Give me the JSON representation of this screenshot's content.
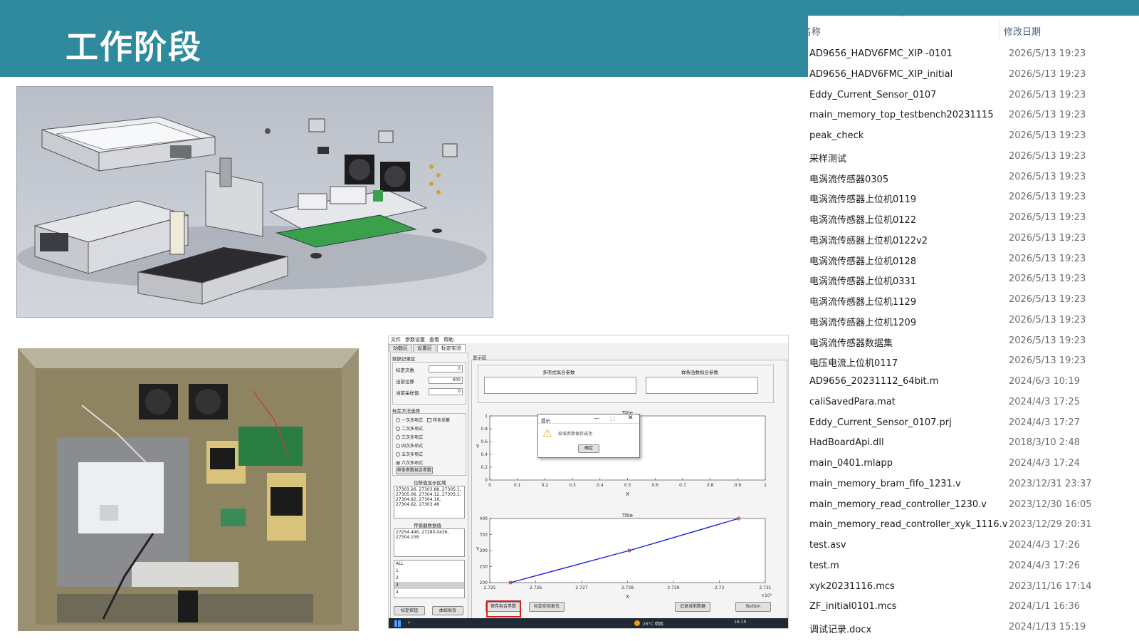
{
  "slide": {
    "title": "工作阶段",
    "banner_color": "#2e8a9c"
  },
  "cad_view": {
    "description_icon": "exploded-cad-assembly"
  },
  "photo_view": {
    "description_icon": "hardware-enclosure-photo"
  },
  "app": {
    "menu": [
      "文件",
      "参数设置",
      "查看",
      "帮助"
    ],
    "tabs": [
      "功能区",
      "设置区",
      "标定实验"
    ],
    "active_tab": "标定实验",
    "data_record": {
      "title": "数据记录区",
      "fields": [
        {
          "label": "标定次数",
          "value": "0"
        },
        {
          "label": "当前位移",
          "value": "400"
        },
        {
          "label": "当前采样值",
          "value": "0"
        }
      ]
    },
    "method": {
      "title": "标定方法选择",
      "options": [
        "一次多项式",
        "二次多项式",
        "三次多项式",
        "四次多项式",
        "五次多项式",
        "六次多项式"
      ],
      "selected": "六次多项式",
      "checkbox_label": "样条采集",
      "fit_button": "样条参数拟合参数"
    },
    "displacement": {
      "title": "位移值显示区域",
      "text": "27303.26, 27303.88, 27305.1, 27305.06, 27304.12, 27303.1, 27304.82, 27304.16, 27304.62, 27303.46"
    },
    "sensor": {
      "title": "传感器数据值",
      "text": "27254.496, 27280.0436, 27304.158"
    },
    "list": {
      "items": [
        "ALL",
        "1",
        "2",
        "3",
        "4"
      ],
      "selected": "3"
    },
    "left_buttons": [
      "标定按钮",
      "曲线拟合"
    ],
    "display": {
      "title": "显示区",
      "poly_label": "多项式拟合参数",
      "spline_label": "样条函数拟合参数"
    },
    "dialog": {
      "title": "提示",
      "message": "校准参数保存成功",
      "ok": "确定"
    },
    "bottom_buttons": [
      "保存拟合参数",
      "标定实验复位",
      "记录当前数据",
      "Button"
    ],
    "status": {
      "weather": "26°C 晴朗",
      "time": "16:19"
    }
  },
  "chart_data": [
    {
      "type": "line",
      "title": "Title",
      "xlabel": "X",
      "ylabel": "Y",
      "xlim": [
        0,
        1
      ],
      "ylim": [
        0,
        1
      ],
      "xticks": [
        "0",
        "0.1",
        "0.2",
        "0.3",
        "0.4",
        "0.5",
        "0.6",
        "0.7",
        "0.8",
        "0.9",
        "1"
      ],
      "yticks": [
        "0",
        "0.2",
        "0.4",
        "0.6",
        "0.8",
        "1"
      ],
      "series": []
    },
    {
      "type": "line",
      "title": "Title",
      "xlabel": "X",
      "ylabel": "Y",
      "xlim": [
        2.725,
        2.731
      ],
      "ylim": [
        200,
        400
      ],
      "x_multiplier": "×10⁴",
      "xticks": [
        "2.725",
        "2.726",
        "2.727",
        "2.728",
        "2.729",
        "2.73",
        "2.731"
      ],
      "yticks": [
        "200",
        "250",
        "300",
        "350",
        "400"
      ],
      "series": [
        {
          "color": "#1c1ce0",
          "marker_color": "#d11f1f",
          "x": [
            2.72545,
            2.72804,
            2.73042
          ],
          "y": [
            200,
            300,
            400
          ]
        }
      ]
    }
  ],
  "explorer": {
    "headers": {
      "name": "名称",
      "date": "修改日期"
    },
    "rows": [
      {
        "name": "AD9656_HADV6FMC_XIP -0101",
        "date": "2026/5/13 19:23",
        "type": "folder"
      },
      {
        "name": "AD9656_HADV6FMC_XIP_initial",
        "date": "2026/5/13 19:23",
        "type": "folder"
      },
      {
        "name": "Eddy_Current_Sensor_0107",
        "date": "2026/5/13 19:23",
        "type": "folder"
      },
      {
        "name": "main_memory_top_testbench20231115",
        "date": "2026/5/13 19:23",
        "type": "folder"
      },
      {
        "name": "peak_check",
        "date": "2026/5/13 19:23",
        "type": "folder"
      },
      {
        "name": "采样测试",
        "date": "2026/5/13 19:23",
        "type": "folder"
      },
      {
        "name": "电涡流传感器0305",
        "date": "2026/5/13 19:23",
        "type": "folder"
      },
      {
        "name": "电涡流传感器上位机0119",
        "date": "2026/5/13 19:23",
        "type": "folder"
      },
      {
        "name": "电涡流传感器上位机0122",
        "date": "2026/5/13 19:23",
        "type": "folder"
      },
      {
        "name": "电涡流传感器上位机0122v2",
        "date": "2026/5/13 19:23",
        "type": "folder"
      },
      {
        "name": "电涡流传感器上位机0128",
        "date": "2026/5/13 19:23",
        "type": "folder"
      },
      {
        "name": "电涡流传感器上位机0331",
        "date": "2026/5/13 19:23",
        "type": "folder"
      },
      {
        "name": "电涡流传感器上位机1129",
        "date": "2026/5/13 19:23",
        "type": "folder"
      },
      {
        "name": "电涡流传感器上位机1209",
        "date": "2026/5/13 19:23",
        "type": "folder"
      },
      {
        "name": "电涡流传感器数据集",
        "date": "2026/5/13 19:23",
        "type": "folder"
      },
      {
        "name": "电压电流上位机0117",
        "date": "2026/5/13 19:23",
        "type": "folder"
      },
      {
        "name": "AD9656_20231112_64bit.m",
        "date": "2024/6/3 10:19",
        "type": "mfile"
      },
      {
        "name": "caliSavedPara.mat",
        "date": "2024/4/3 17:25",
        "type": "mfile"
      },
      {
        "name": "Eddy_Current_Sensor_0107.prj",
        "date": "2024/4/3 17:27",
        "type": "file"
      },
      {
        "name": "HadBoardApi.dll",
        "date": "2018/3/10 2:48",
        "type": "dfile"
      },
      {
        "name": "main_0401.mlapp",
        "date": "2024/4/3 17:24",
        "type": "mfile"
      },
      {
        "name": "main_memory_bram_fifo_1231.v",
        "date": "2023/12/31 23:37",
        "type": "file"
      },
      {
        "name": "main_memory_read_controller_1230.v",
        "date": "2023/12/30 16:05",
        "type": "file"
      },
      {
        "name": "main_memory_read_controller_xyk_1116.v",
        "date": "2023/12/29 20:31",
        "type": "file"
      },
      {
        "name": "test.asv",
        "date": "2024/4/3 17:26",
        "type": "file"
      },
      {
        "name": "test.m",
        "date": "2024/4/3 17:26",
        "type": "mfile"
      },
      {
        "name": "xyk20231116.mcs",
        "date": "2023/11/16 17:14",
        "type": "file"
      },
      {
        "name": "ZF_initial0101.mcs",
        "date": "2024/1/1 16:36",
        "type": "file"
      },
      {
        "name": "调试记录.docx",
        "date": "2024/1/13 15:19",
        "type": "docx"
      }
    ]
  }
}
